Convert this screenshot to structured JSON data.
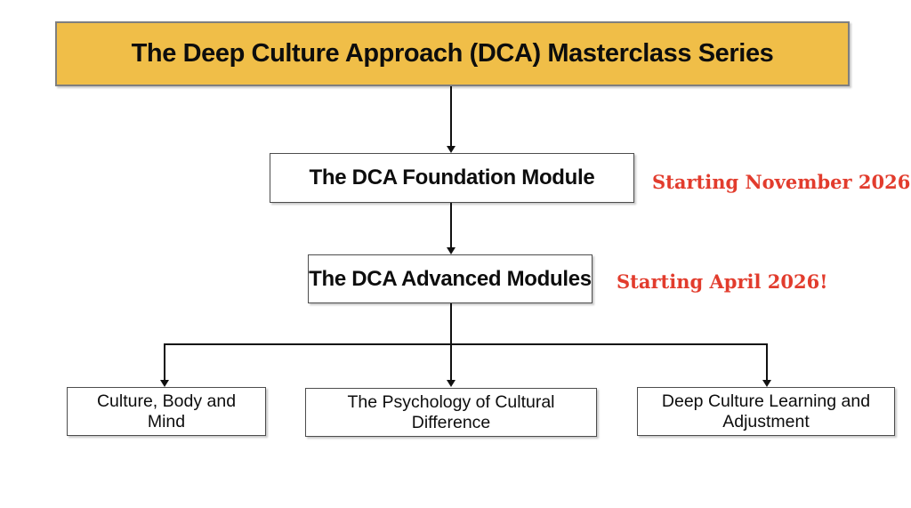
{
  "diagram": {
    "title_banner": {
      "label": "The Deep Culture Approach (DCA) Masterclass Series"
    },
    "nodes": {
      "foundation": {
        "label": "The DCA Foundation Module",
        "note": "Starting November 2026!"
      },
      "advanced": {
        "label": "The DCA Advanced Modules",
        "note": "Starting April 2026!"
      },
      "module_body_mind": {
        "label": "Culture, Body and Mind"
      },
      "module_psychology": {
        "label": "The Psychology of Cultural Difference"
      },
      "module_adjustment": {
        "label": "Deep Culture Learning and Adjustment"
      }
    },
    "structure": [
      "title_banner -> foundation",
      "foundation -> advanced",
      "advanced -> module_body_mind",
      "advanced -> module_psychology",
      "advanced -> module_adjustment"
    ],
    "colors": {
      "banner_fill": "#F0BE48",
      "banner_border": "#7F7F7F",
      "box_border": "#4D4D4D",
      "note_red": "#E23C2D",
      "connector_line": "#111111",
      "background": "#FFFFFF"
    }
  }
}
